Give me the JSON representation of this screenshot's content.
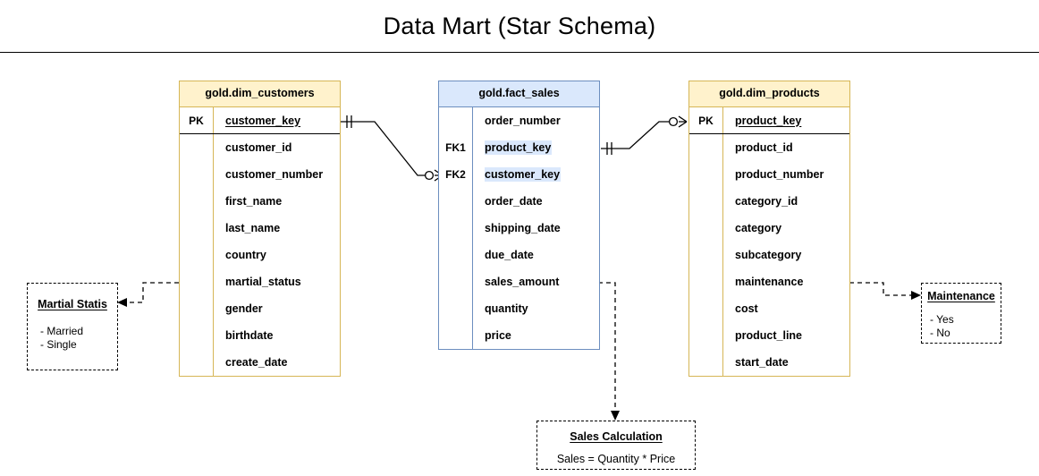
{
  "title": "Data Mart (Star Schema)",
  "entities": [
    {
      "id": "dim_customers",
      "name": "gold.dim_customers",
      "style": "amber",
      "rows": [
        {
          "key": "PK",
          "field": "customer_key",
          "kind": "pk"
        },
        {
          "key": "",
          "field": "customer_id",
          "kind": "plain"
        },
        {
          "key": "",
          "field": "customer_number",
          "kind": "plain"
        },
        {
          "key": "",
          "field": "first_name",
          "kind": "plain"
        },
        {
          "key": "",
          "field": "last_name",
          "kind": "plain"
        },
        {
          "key": "",
          "field": "country",
          "kind": "plain"
        },
        {
          "key": "",
          "field": "martial_status",
          "kind": "plain"
        },
        {
          "key": "",
          "field": "gender",
          "kind": "plain"
        },
        {
          "key": "",
          "field": "birthdate",
          "kind": "plain"
        },
        {
          "key": "",
          "field": "create_date",
          "kind": "plain"
        }
      ]
    },
    {
      "id": "fact_sales",
      "name": "gold.fact_sales",
      "style": "blue",
      "rows": [
        {
          "key": "",
          "field": "order_number",
          "kind": "plain"
        },
        {
          "key": "FK1",
          "field": "product_key",
          "kind": "fk"
        },
        {
          "key": "FK2",
          "field": "customer_key",
          "kind": "fk"
        },
        {
          "key": "",
          "field": "order_date",
          "kind": "plain"
        },
        {
          "key": "",
          "field": "shipping_date",
          "kind": "plain"
        },
        {
          "key": "",
          "field": "due_date",
          "kind": "plain"
        },
        {
          "key": "",
          "field": "sales_amount",
          "kind": "plain"
        },
        {
          "key": "",
          "field": "quantity",
          "kind": "plain"
        },
        {
          "key": "",
          "field": "price",
          "kind": "plain"
        }
      ]
    },
    {
      "id": "dim_products",
      "name": "gold.dim_products",
      "style": "amber",
      "rows": [
        {
          "key": "PK",
          "field": "product_key",
          "kind": "pk"
        },
        {
          "key": "",
          "field": "product_id",
          "kind": "plain"
        },
        {
          "key": "",
          "field": "product_number",
          "kind": "plain"
        },
        {
          "key": "",
          "field": "category_id",
          "kind": "plain"
        },
        {
          "key": "",
          "field": "category",
          "kind": "plain"
        },
        {
          "key": "",
          "field": "subcategory",
          "kind": "plain"
        },
        {
          "key": "",
          "field": "maintenance",
          "kind": "plain"
        },
        {
          "key": "",
          "field": "cost",
          "kind": "plain"
        },
        {
          "key": "",
          "field": "product_line",
          "kind": "plain"
        },
        {
          "key": "",
          "field": "start_date",
          "kind": "plain"
        }
      ]
    }
  ],
  "notes": [
    {
      "id": "martial-status-note",
      "title": "Martial Statis",
      "lines": [
        "- Married",
        "- Single"
      ]
    },
    {
      "id": "maintenance-note",
      "title": "Maintenance",
      "lines": [
        "- Yes",
        "- No"
      ]
    },
    {
      "id": "sales-calculation-note",
      "title": "Sales Calculation",
      "formula": "Sales = Quantity * Price"
    }
  ],
  "colors": {
    "dimension_header_fill": "#fff2cc",
    "dimension_border": "#d6b656",
    "fact_header_fill": "#dae8fc",
    "fact_border": "#6c8ebf",
    "fk_highlight": "#dae8fc",
    "line": "#000000"
  }
}
